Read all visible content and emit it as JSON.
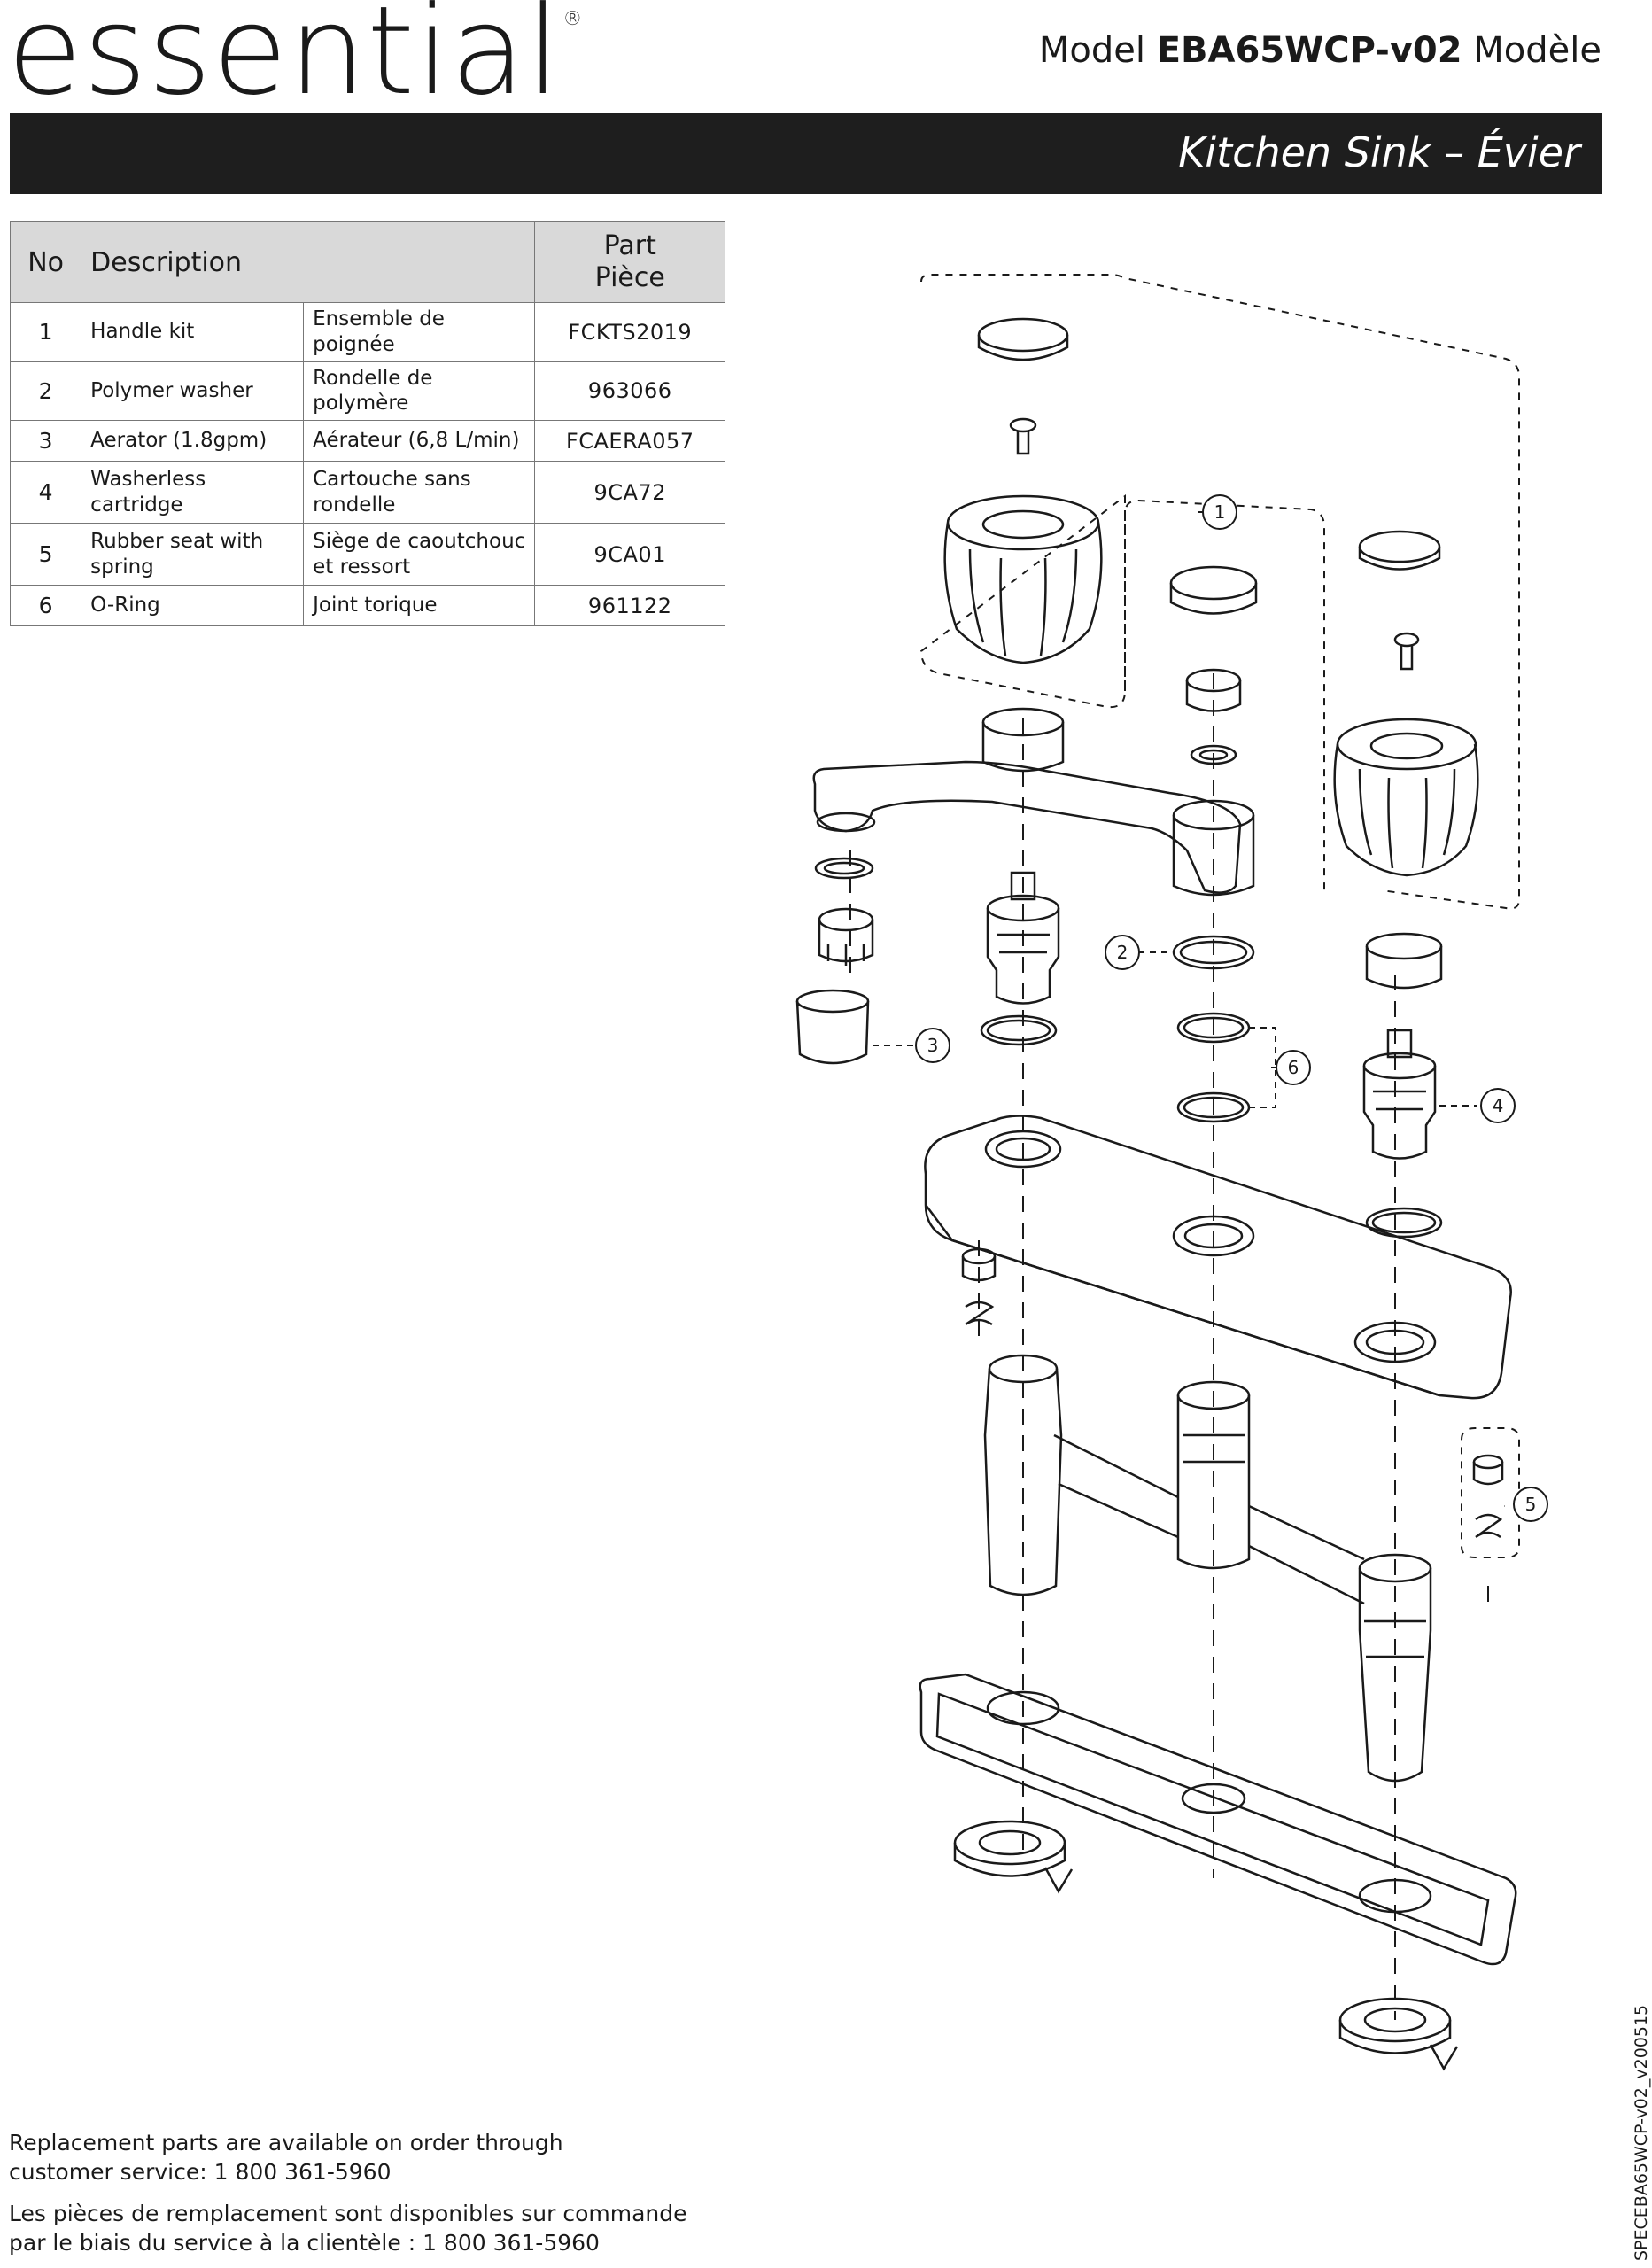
{
  "brand": {
    "logo_text": "essential",
    "registered_mark": "®"
  },
  "header": {
    "model_prefix": "Model",
    "model_number": "EBA65WCP-v02",
    "model_suffix": "Modèle",
    "title": "Kitchen Sink – Évier"
  },
  "table": {
    "headers": {
      "no": "No",
      "description": "Description",
      "part_line1": "Part",
      "part_line2": "Pièce"
    },
    "rows": [
      {
        "no": "1",
        "en": "Handle kit",
        "fr": "Ensemble de poignée",
        "part": "FCKTS2019"
      },
      {
        "no": "2",
        "en": "Polymer washer",
        "fr": "Rondelle de polymère",
        "part": "963066"
      },
      {
        "no": "3",
        "en": "Aerator (1.8gpm)",
        "fr": "Aérateur (6,8 L/min)",
        "part": "FCAERA057"
      },
      {
        "no": "4",
        "en": "Washerless cartridge",
        "fr": "Cartouche sans rondelle",
        "part": "9CA72"
      },
      {
        "no": "5",
        "en": "Rubber seat with spring",
        "fr": "Siège de caoutchouc et ressort",
        "part": "9CA01"
      },
      {
        "no": "6",
        "en": "O-Ring",
        "fr": "Joint torique",
        "part": "961122"
      }
    ]
  },
  "diagram": {
    "callouts": [
      {
        "label": "1"
      },
      {
        "label": "2"
      },
      {
        "label": "3"
      },
      {
        "label": "4"
      },
      {
        "label": "5"
      },
      {
        "label": "6"
      }
    ]
  },
  "footer": {
    "en_line1": "Replacement parts are available on order through",
    "en_line2": "customer service: 1 800 361-5960",
    "fr_line1": "Les pièces de remplacement sont disponibles sur commande",
    "fr_line2": "par le biais du service à la clientèle : 1 800 361-5960"
  },
  "side_code": "SPECEBA65WCP-v02_v200515"
}
